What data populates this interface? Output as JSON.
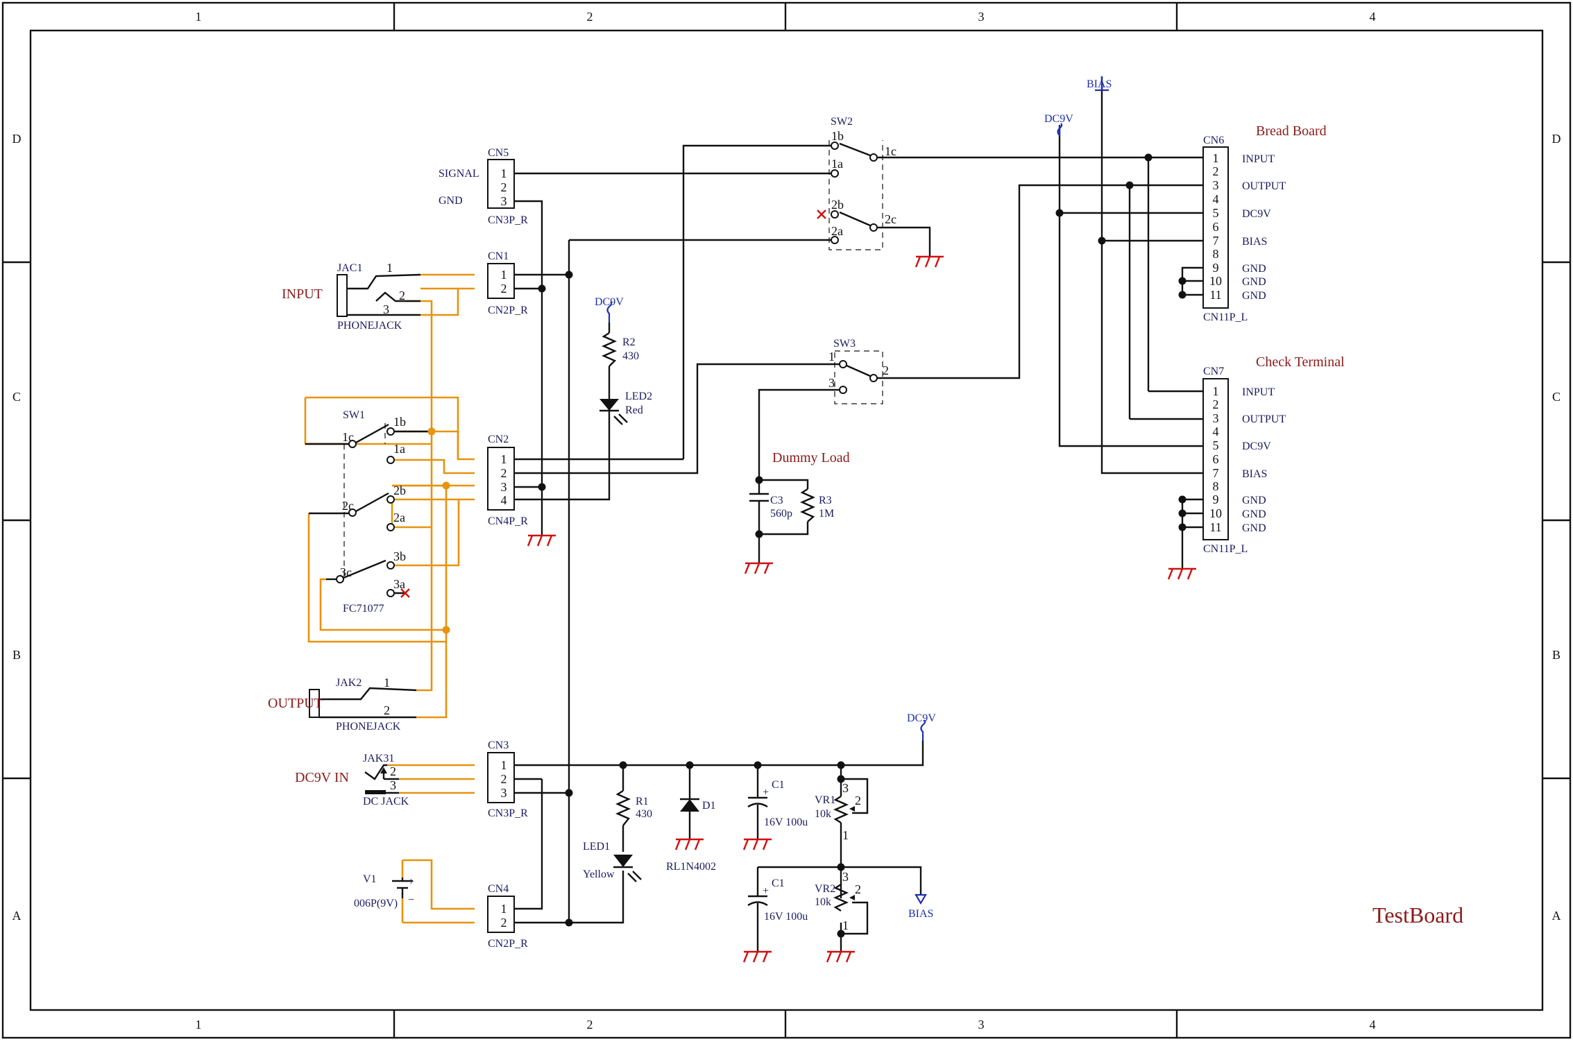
{
  "frame": {
    "col_labels": [
      "1",
      "2",
      "3",
      "4"
    ],
    "row_labels": [
      "D",
      "C",
      "B",
      "A"
    ]
  },
  "sheet_title": "TestBoard",
  "sections": {
    "input": "INPUT",
    "output": "OUTPUT",
    "dc9v_in": "DC9V IN",
    "dummy_load": "Dummy Load",
    "bread_board": "Bread Board",
    "check_terminal": "Check Terminal"
  },
  "power": {
    "dc9v": "DC9V",
    "bias": "BIAS"
  },
  "connectors": {
    "cn5": {
      "ref": "CN5",
      "part": "CN3P_R",
      "pins": [
        "1",
        "2",
        "3"
      ],
      "signals": [
        "SIGNAL",
        "GND"
      ]
    },
    "cn1": {
      "ref": "CN1",
      "part": "CN2P_R",
      "pins": [
        "1",
        "2"
      ]
    },
    "cn2": {
      "ref": "CN2",
      "part": "CN4P_R",
      "pins": [
        "1",
        "2",
        "3",
        "4"
      ]
    },
    "cn3": {
      "ref": "CN3",
      "part": "CN3P_R",
      "pins": [
        "1",
        "2",
        "3"
      ]
    },
    "cn4": {
      "ref": "CN4",
      "part": "CN2P_R",
      "pins": [
        "1",
        "2"
      ]
    },
    "cn6": {
      "ref": "CN6",
      "part": "CN11P_L",
      "pins": [
        "1",
        "2",
        "3",
        "4",
        "5",
        "6",
        "7",
        "8",
        "9",
        "10",
        "11"
      ],
      "signals": [
        "INPUT",
        "OUTPUT",
        "DC9V",
        "BIAS",
        "GND",
        "GND",
        "GND"
      ]
    },
    "cn7": {
      "ref": "CN7",
      "part": "CN11P_L",
      "pins": [
        "1",
        "2",
        "3",
        "4",
        "5",
        "6",
        "7",
        "8",
        "9",
        "10",
        "11"
      ],
      "signals": [
        "INPUT",
        "OUTPUT",
        "DC9V",
        "BIAS",
        "GND",
        "GND",
        "GND"
      ]
    }
  },
  "jacks": {
    "jac1": {
      "ref": "JAC1",
      "part": "PHONEJACK",
      "pins": [
        "1",
        "2",
        "3"
      ]
    },
    "jak2": {
      "ref": "JAK2",
      "part": "PHONEJACK",
      "pins": [
        "1",
        "2"
      ]
    },
    "jak31": {
      "ref": "JAK31",
      "part": "DC JACK",
      "pins": [
        "2",
        "3"
      ]
    }
  },
  "switches": {
    "sw1": {
      "ref": "SW1",
      "part": "FC71077",
      "pins": [
        "1b",
        "1c",
        "1a",
        "2c",
        "2b",
        "2a",
        "3c",
        "3b",
        "3a"
      ]
    },
    "sw2": {
      "ref": "SW2",
      "pins": [
        "1b",
        "1a",
        "1c",
        "2b",
        "2a",
        "2c"
      ]
    },
    "sw3": {
      "ref": "SW3",
      "pins": [
        "1",
        "3",
        "2"
      ]
    }
  },
  "parts": {
    "r2": {
      "ref": "R2",
      "value": "430"
    },
    "led2": {
      "ref": "LED2",
      "value": "Red"
    },
    "c3": {
      "ref": "C3",
      "value": "560p"
    },
    "r3": {
      "ref": "R3",
      "value": "1M"
    },
    "r1": {
      "ref": "R1",
      "value": "430"
    },
    "led1": {
      "ref": "LED1",
      "value": "Yellow"
    },
    "d1": {
      "ref": "D1",
      "value": "RL1N4002"
    },
    "c1a": {
      "ref": "C1",
      "value": "16V 100u",
      "pol": "+"
    },
    "c1b": {
      "ref": "C1",
      "value": "16V 100u",
      "pol": "+"
    },
    "vr1": {
      "ref": "VR1",
      "value": "10k",
      "pins": [
        "3",
        "2",
        "1"
      ]
    },
    "vr2": {
      "ref": "VR2",
      "value": "10k",
      "pins": [
        "3",
        "2",
        "1"
      ]
    },
    "v1": {
      "ref": "V1",
      "value": "006P(9V)",
      "pol_plus": "+",
      "pol_minus": "−"
    }
  }
}
